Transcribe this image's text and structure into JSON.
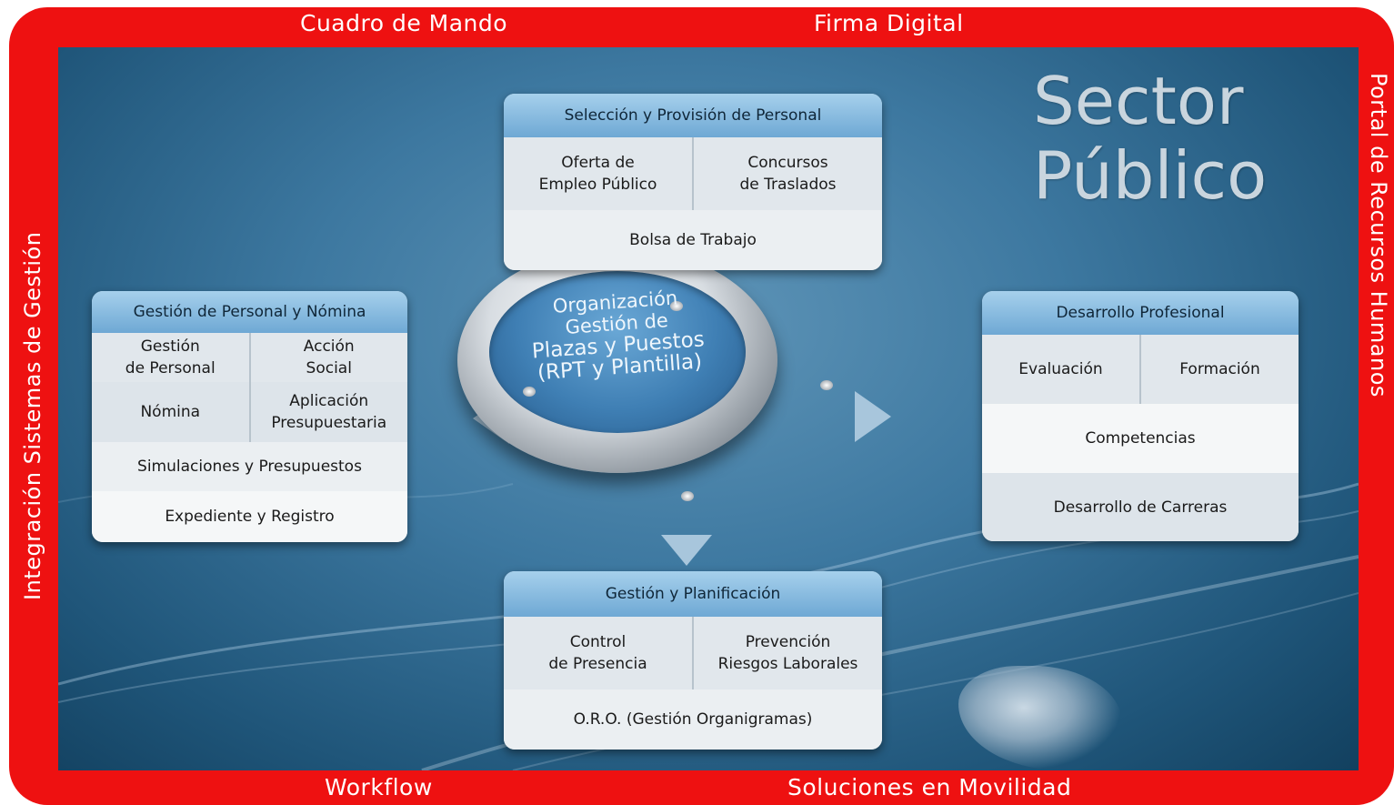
{
  "edges": {
    "top_left": "Cuadro de Mando",
    "top_right": "Firma Digital",
    "bottom_left": "Workflow",
    "bottom_right": "Soluciones en Movilidad",
    "left": "Integración Sistemas de Gestión",
    "right": "Portal de Recursos Humanos"
  },
  "title": {
    "line1": "Sector",
    "line2": "Público"
  },
  "hub": {
    "line1": "Organización",
    "line2": "Gestión de",
    "line3": "Plazas y Puestos",
    "line4": "(RPT y Plantilla)"
  },
  "seleccion": {
    "header": "Selección y Provisión de Personal",
    "oferta_l1": "Oferta de",
    "oferta_l2": "Empleo Público",
    "concursos_l1": "Concursos",
    "concursos_l2": "de Traslados",
    "bolsa": "Bolsa de Trabajo"
  },
  "personal": {
    "header": "Gestión de Personal y Nómina",
    "gestion_l1": "Gestión",
    "gestion_l2": "de Personal",
    "accion_l1": "Acción",
    "accion_l2": "Social",
    "nomina": "Nómina",
    "aplicacion_l1": "Aplicación",
    "aplicacion_l2": "Presupuestaria",
    "simulaciones": "Simulaciones y Presupuestos",
    "expediente": "Expediente y Registro"
  },
  "desarrollo": {
    "header": "Desarrollo Profesional",
    "evaluacion": "Evaluación",
    "formacion": "Formación",
    "competencias": "Competencias",
    "carreras": "Desarrollo de Carreras"
  },
  "planificacion": {
    "header": "Gestión y Planificación",
    "control_l1": "Control",
    "control_l2": "de Presencia",
    "prevencion_l1": "Prevención",
    "prevencion_l2": "Riesgos Laborales",
    "oro": "O.R.O. (Gestión Organigramas)"
  },
  "colors": {
    "frame": "#ee1111",
    "background": "#2f6b94",
    "box_header": "#8ebfe2",
    "box_body": "#e3eaef"
  }
}
